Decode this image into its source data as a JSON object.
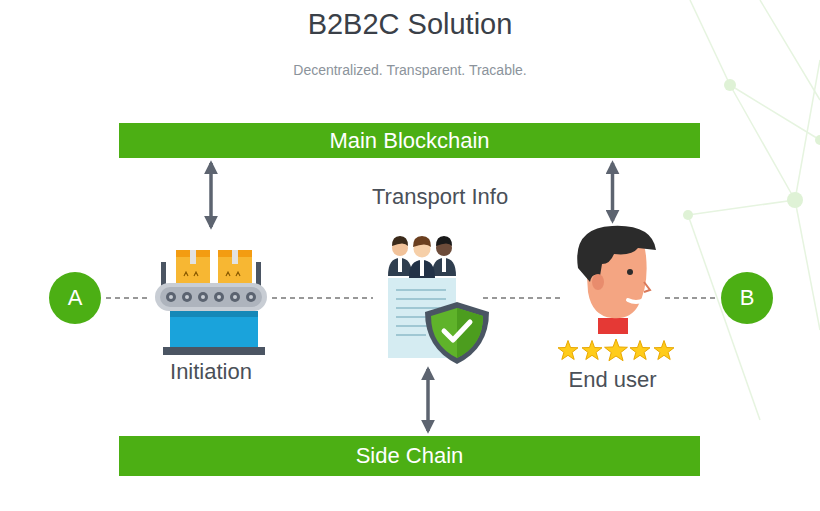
{
  "diagram": {
    "title": "B2B2C Solution",
    "nodes": [
      {
        "text": [
          "Main Blockchain"
        ]
      },
      {
        "text": [
          "A"
        ]
      },
      {
        "text": [
          "Initiation"
        ]
      },
      {
        "text": [
          "Transport Info"
        ]
      },
      {
        "text": [
          "End user"
        ]
      },
      {
        "text": [
          "B"
        ]
      },
      {
        "text": [
          "Side Chain"
        ]
      }
    ],
    "edges": [
      {
        "from": 0,
        "to": 2,
        "arrow": "both"
      },
      {
        "from": 0,
        "to": 4,
        "arrow": "both"
      },
      {
        "from": 3,
        "to": 6,
        "arrow": "both"
      },
      {
        "from": 1,
        "to": 2,
        "arrow": "none"
      },
      {
        "from": 2,
        "to": 3,
        "arrow": "none"
      },
      {
        "from": 3,
        "to": 4,
        "arrow": "none"
      },
      {
        "from": 4,
        "to": 5,
        "arrow": "none"
      }
    ],
    "labels": [
      "Decentralized. Transparent. Tracable."
    ]
  }
}
